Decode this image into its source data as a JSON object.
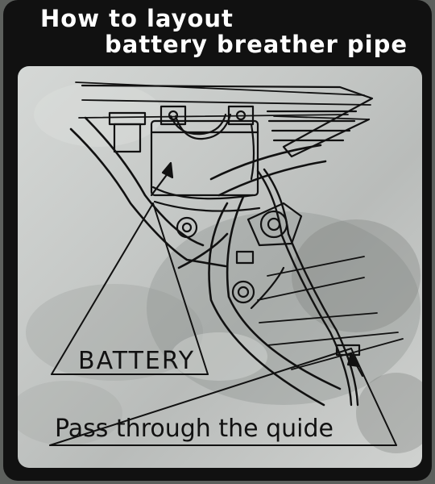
{
  "label": {
    "title_line_1": "How to layout",
    "title_line_2": "battery breather pipe",
    "battery_label": "BATTERY",
    "guide_caption": "Pass through the quide"
  },
  "colors": {
    "plate": "#111111",
    "panel": "#c9cccb",
    "ink": "#111111",
    "title_text": "#ffffff"
  }
}
